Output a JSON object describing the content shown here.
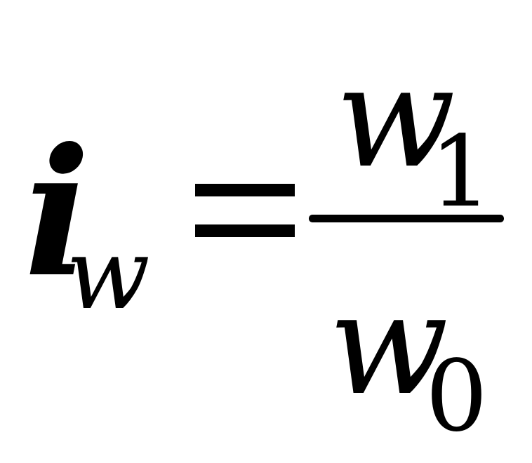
{
  "formula": {
    "lhs_symbol": "i",
    "lhs_subscript": "w",
    "numerator_symbol": "w",
    "numerator_subscript": "1",
    "denominator_symbol": "w",
    "denominator_subscript": "0"
  }
}
